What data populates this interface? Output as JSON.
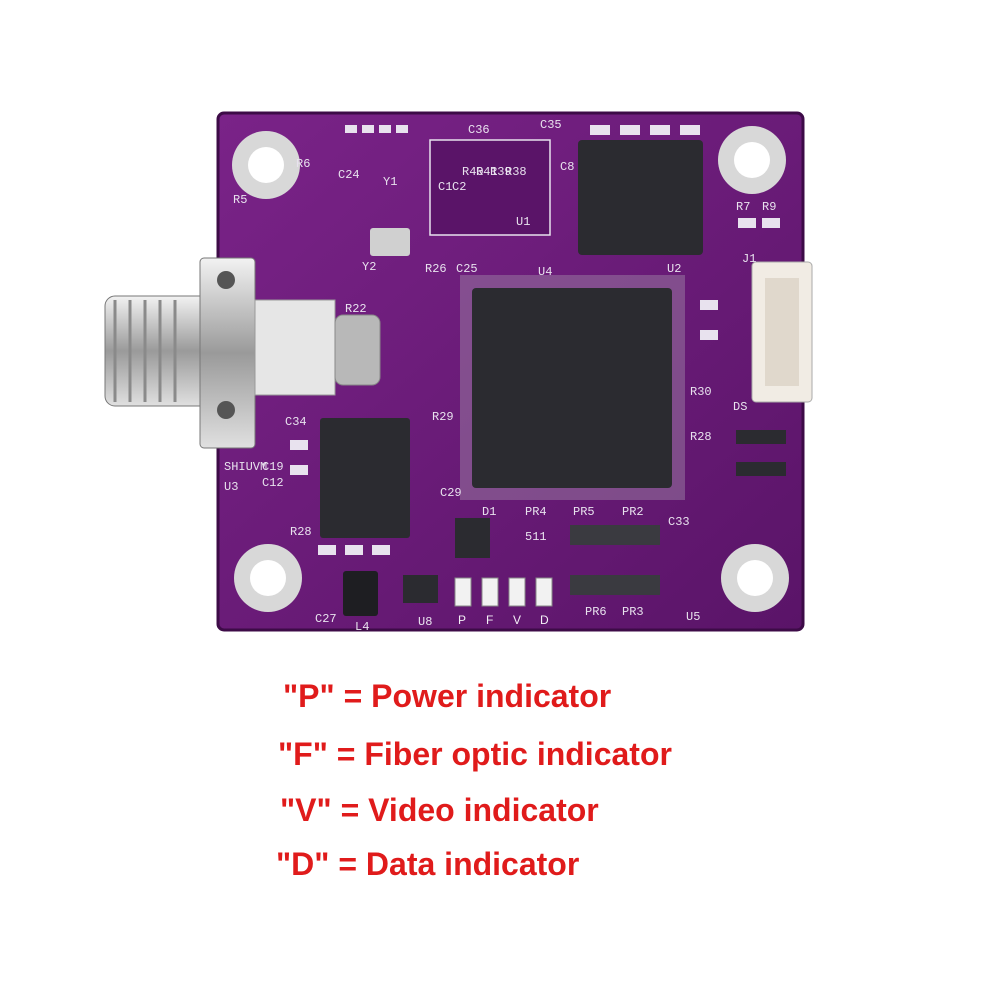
{
  "colors": {
    "board": "#6a1a78",
    "board_dark": "#4b0f57",
    "silkscreen": "#e8e2ee",
    "chip": "#2b2b30",
    "metal": "#c9c9c9",
    "legend_text": "#e01b1b"
  },
  "board": {
    "silkscreen_labels": {
      "c36": "C36",
      "c35": "C35",
      "r6": "R6",
      "c24": "C24",
      "y1": "Y1",
      "r38": "R38",
      "r39": "R39",
      "r41": "R41",
      "r40": "R40",
      "c2": "C2",
      "c1": "C1",
      "u1": "U1",
      "c8": "C8",
      "r5": "R5",
      "r7": "R7",
      "r9": "R9",
      "y2": "Y2",
      "r26": "R26",
      "c25": "C25",
      "u4": "U4",
      "u2": "U2",
      "j1": "J1",
      "r22": "R22",
      "r30": "R30",
      "r28": "R28",
      "r29": "R29",
      "ds": "DS",
      "c34": "C34",
      "shiuvm": "SHIUVM",
      "u3": "U3",
      "c19": "C19",
      "c12": "C12",
      "r28b": "R28",
      "c29": "C29",
      "d1": "D1",
      "pr4": "PR4",
      "pr5": "PR5",
      "pr2": "PR2",
      "c33": "C33",
      "c27": "C27",
      "l4": "L4",
      "u8": "U8",
      "pr6": "PR6",
      "pr3": "PR3",
      "u5": "U5",
      "code511": "511"
    },
    "leds": [
      "P",
      "F",
      "V",
      "D"
    ]
  },
  "legend": [
    "\"P\" = Power indicator",
    "\"F\" = Fiber optic indicator",
    "\"V\" = Video indicator",
    "\"D\" = Data indicator"
  ]
}
